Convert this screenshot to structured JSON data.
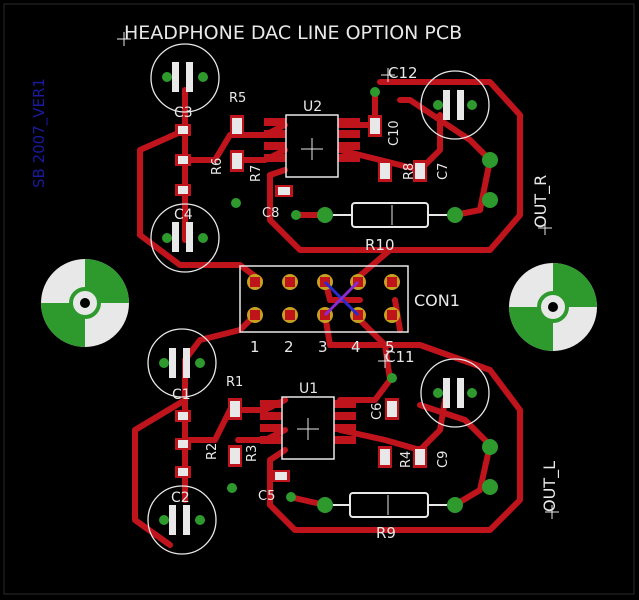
{
  "board": {
    "title": "HEADPHONE DAC LINE OPTION PCB",
    "version": "SB 2007_VER1"
  },
  "colors": {
    "background": "#000000",
    "copper": "#c0141c",
    "silkscreen": "#e8e8e8",
    "plated_via": "#2e9a2e",
    "version_text": "#1a1aa0"
  },
  "components": {
    "U1": "U1",
    "U2": "U2",
    "C1": "C1",
    "C2": "C2",
    "C3": "C3",
    "C4": "C4",
    "C5": "C5",
    "C6": "C6",
    "C7": "C7",
    "C8": "C8",
    "C9": "C9",
    "C10": "C10",
    "C11": "C11",
    "C12": "C12",
    "R1": "R1",
    "R2": "R2",
    "R3": "R3",
    "R4": "R4",
    "R5": "R5",
    "R6": "R6",
    "R7": "R7",
    "R8": "R8",
    "R9": "R9",
    "R10": "R10",
    "CON1": "CON1"
  },
  "connector_pins": [
    "1",
    "2",
    "3",
    "4",
    "5"
  ],
  "outputs": {
    "right": "OUT_R",
    "left": "OUT_L"
  }
}
